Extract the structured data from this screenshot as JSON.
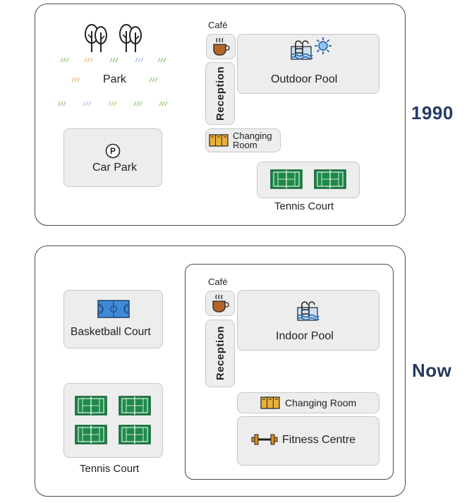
{
  "maps": [
    {
      "year": "1990",
      "labels": {
        "cafe": "Café",
        "park": "Park",
        "reception": "Reception",
        "outdoor_pool": "Outdoor Pool",
        "changing_room_1": "Changing",
        "changing_room_2": "Room",
        "car_park": "Car Park",
        "parking_symbol": "P",
        "tennis_court": "Tennis Court"
      }
    },
    {
      "year": "Now",
      "labels": {
        "cafe": "Café",
        "reception": "Reception",
        "indoor_pool": "Indoor Pool",
        "basketball_court": "Basketball Court",
        "changing_room": "Changing Room",
        "fitness_centre": "Fitness Centre",
        "tennis_court": "Tennis Court"
      }
    }
  ],
  "colors": {
    "year_text": "#233a63",
    "panel_border": "#4a4a4a",
    "room_fill": "#ededed",
    "court_green": "#1e8a4a",
    "pool_blue": "#2d6fb3"
  }
}
